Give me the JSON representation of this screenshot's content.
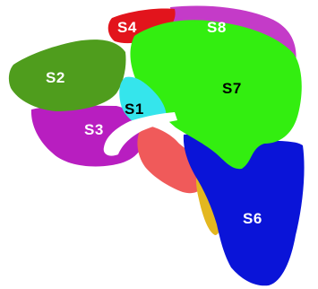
{
  "segments": [
    {
      "id": "S1",
      "label": "S1",
      "color": "#35e5ec",
      "text_color": "#000000"
    },
    {
      "id": "S2",
      "label": "S2",
      "color": "#4f9d1d",
      "text_color": "#ffffff"
    },
    {
      "id": "S3",
      "label": "S3",
      "color": "#b81ec0",
      "text_color": "#ffffff"
    },
    {
      "id": "S4",
      "label": "S4",
      "color": "#e2141c",
      "text_color": "#ffffff"
    },
    {
      "id": "S5",
      "label": "",
      "color": "#f05a5a",
      "text_color": "#ffffff"
    },
    {
      "id": "S6",
      "label": "S6",
      "color": "#0a14d8",
      "text_color": "#ffffff"
    },
    {
      "id": "S7",
      "label": "S7",
      "color": "#33ee10",
      "text_color": "#000000"
    },
    {
      "id": "S8",
      "label": "S8",
      "color": "#c43bc8",
      "text_color": "#ffffff"
    }
  ],
  "vessel_color": "#ffffff",
  "gallbladder_color": "#e3b71f"
}
